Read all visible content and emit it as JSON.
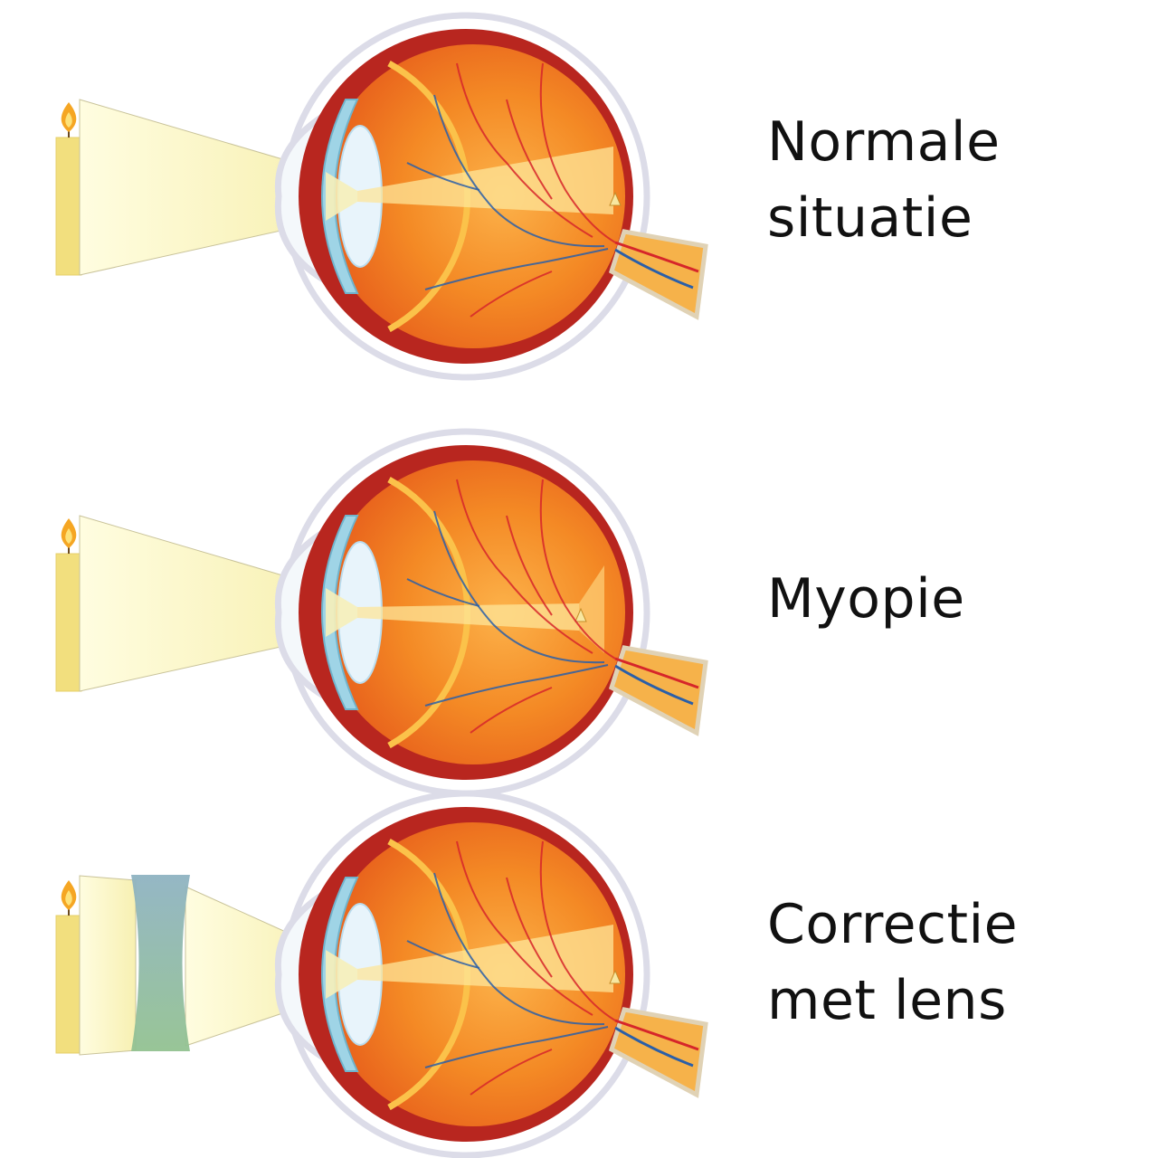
{
  "panels": [
    {
      "id": "normal",
      "label_lines": [
        "Normale",
        "situatie"
      ],
      "focus": "retina",
      "corrective_lens": false
    },
    {
      "id": "myopia",
      "label_lines": [
        "Myopie"
      ],
      "focus": "before-retina",
      "corrective_lens": false
    },
    {
      "id": "correction",
      "label_lines": [
        "Correctie",
        "met lens"
      ],
      "focus": "retina",
      "corrective_lens": true
    }
  ],
  "colors": {
    "light_beam": "#faf6c2",
    "candle": "#f2df7e",
    "flame": "#f5a623",
    "sclera_outline": "#dcdce8",
    "eye_wall": "#b8261f",
    "eye_interior": "#f07f1f",
    "retina_line": "#fbc24a",
    "cornea": "#9fd4e6",
    "lens": "#e8f4fb",
    "artery": "#d6262a",
    "vein": "#2a5fa8",
    "optic_nerve": "#f6b24a",
    "concave_lens_top": "#8fb3c2",
    "concave_lens_bottom": "#93c291"
  }
}
